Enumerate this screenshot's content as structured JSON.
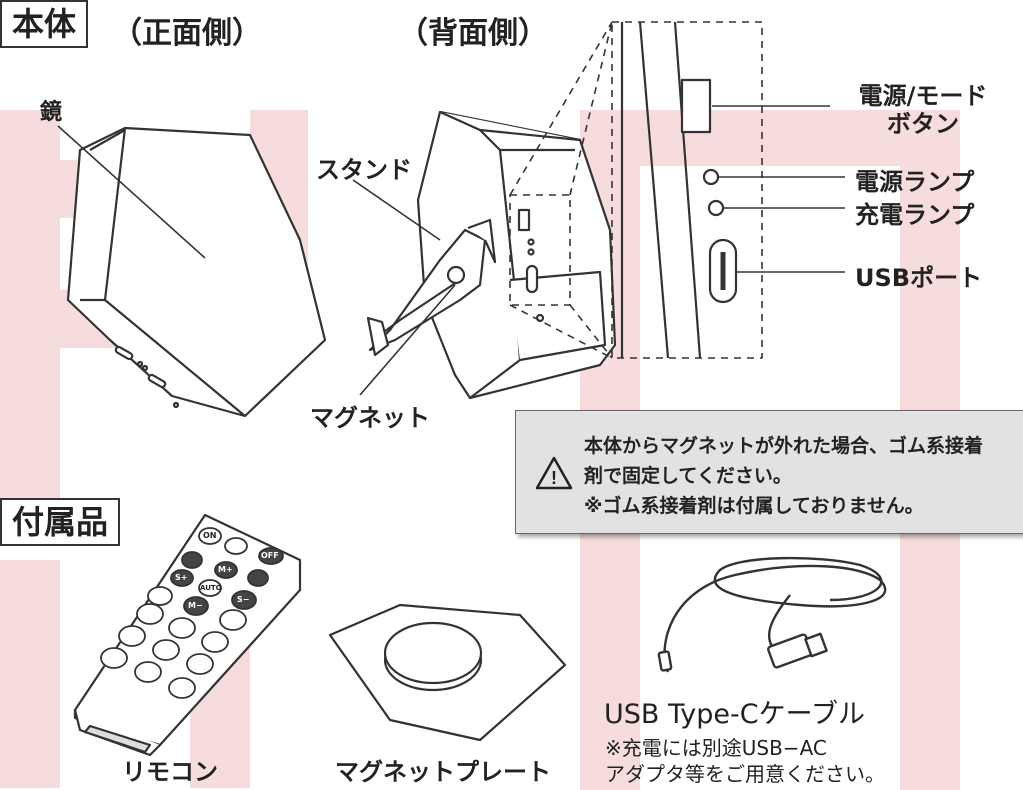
{
  "section_main": "本体",
  "front_label": "（正面側）",
  "back_label": "（背面側）",
  "mirror_label": "鏡",
  "stand_label": "スタンド",
  "magnet_label": "マグネット",
  "power_mode_button": "電源/モード\nボタン",
  "power_lamp": "電源ランプ",
  "charge_lamp": "充電ランプ",
  "usb_port": "USBポート",
  "note": {
    "line1": "本体からマグネットが外れた場合、ゴム系接着",
    "line2": "剤で固定してください。",
    "line3": "※ゴム系接着剤は付属しておりません。",
    "icon": "warning-triangle-icon"
  },
  "section_accessories": "付属品",
  "remote_caption": "リモコン",
  "plate_caption": "マグネットプレート",
  "cable_caption": "USB Type-Cケーブル",
  "cable_note": "※充電には別途USB−AC\nアダプタ等をご用意ください。",
  "remote_buttons": {
    "on": "ON",
    "off": "OFF",
    "mplus": "M+",
    "mminus": "M−",
    "splus": "S+",
    "sminus": "S−",
    "auto": "AUTO"
  },
  "colors": {
    "watermark": "#f6dcdc",
    "note_bg": "#e2e2e2",
    "line": "#333333"
  }
}
